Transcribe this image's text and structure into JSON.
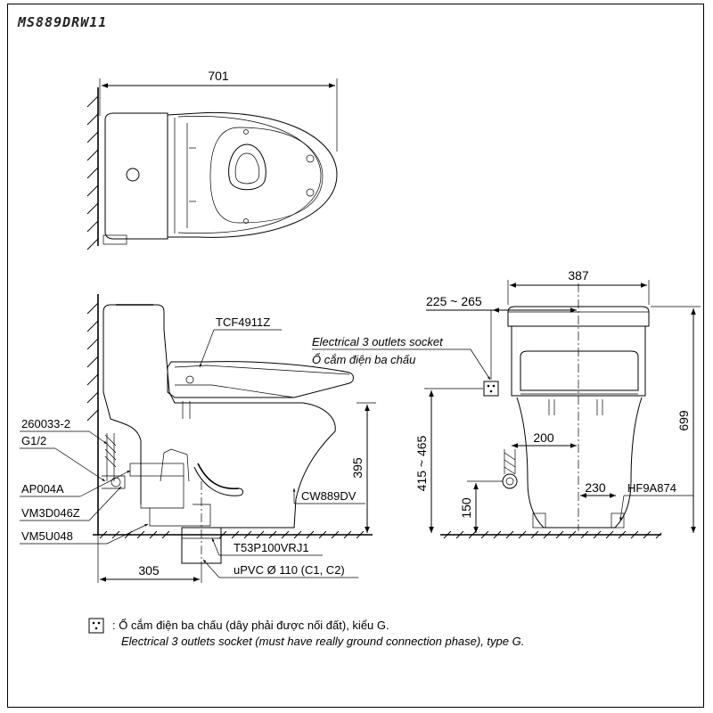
{
  "model": "MS889DRW11",
  "top_view": {
    "width_dim": "701"
  },
  "side_view": {
    "seat_code": "TCF4911Z",
    "valve_code": "260033-2",
    "thread": "G1/2",
    "supply_hose": "AP004A",
    "stop_valve": "VM3D046Z",
    "flange": "VM5U048",
    "bowl_code": "CW889DV",
    "drain_code": "T53P100VRJ1",
    "pipe": "uPVC Ø 110 (C1, C2)",
    "height_dim": "395",
    "rough_in_dim": "305"
  },
  "socket_note": {
    "en": "Electrical 3 outlets socket",
    "vi": "Ổ cắm điện ba chấu"
  },
  "front_view": {
    "width_dim": "387",
    "socket_offset": "225 ~ 265",
    "total_height": "699",
    "socket_height": "415 ~ 465",
    "supply_height": "150",
    "dim_200": "200",
    "dim_230": "230",
    "bolt_code": "HF9A874"
  },
  "legend": {
    "line1": ": Ổ cắm điện ba chấu (dây phải được nối đất), kiểu G.",
    "line2": "Electrical 3 outlets socket (must have really ground connection phase), type G."
  }
}
